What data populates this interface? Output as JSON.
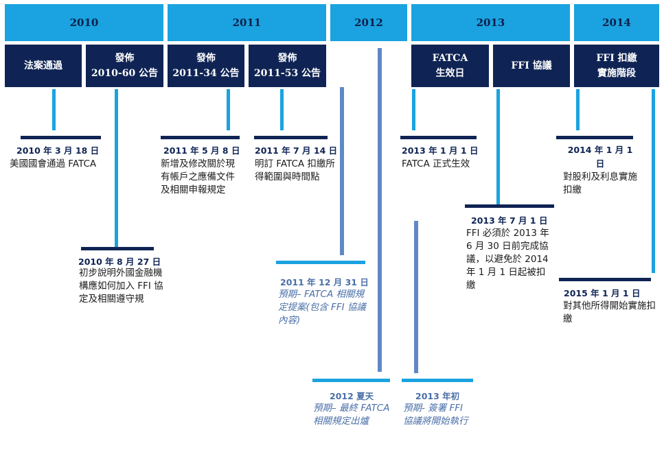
{
  "years": [
    "2010",
    "2011",
    "2012",
    "2013",
    "2014"
  ],
  "events": [
    {
      "line1": "法案通過",
      "line2": ""
    },
    {
      "line1": "發佈",
      "line2": "2010-60 公告"
    },
    {
      "line1": "發佈",
      "line2": "2011-34 公告"
    },
    {
      "line1": "發佈",
      "line2": "2011-53 公告"
    },
    {
      "line1": "FATCA",
      "line2": "生效日"
    },
    {
      "line1": "FFI 協議",
      "line2": ""
    },
    {
      "line1": "FFI 扣繳",
      "line2": "實施階段"
    }
  ],
  "milestones": [
    {
      "date": "2010 年 3 月 18 日",
      "text": "美國國會通過 FATCA"
    },
    {
      "date": "2010 年 8 月 27 日",
      "text": "初步說明外國金融機構應如何加入 FFI 協定及相關遵守規"
    },
    {
      "date": "2011 年 5 月 8 日",
      "text": "新增及修改關於現有帳戶之應備文件及相關申報規定"
    },
    {
      "date": "2011 年 7 月 14 日",
      "text": "明訂 FATCA 扣繳所得範圍與時間點"
    },
    {
      "date": "2011 年 12 月 31 日",
      "text": "預期– FATCA 相關規定提案(包含 FFI 協議內容)"
    },
    {
      "date": "2012 夏天",
      "text": "預期– 最終 FATCA 相關規定出爐"
    },
    {
      "date": "2013 年 1 月 1 日",
      "text": "FATCA 正式生效"
    },
    {
      "date": "2013 年初",
      "text": "預期- 簽署 FFI 協議將開始執行"
    },
    {
      "date": "2013 年 7 月 1 日",
      "text": "FFI 必須於 2013 年 6 月 30 日前完成協議，以避免於 2014 年 1 月 1 日起被扣繳"
    },
    {
      "date": "2014 年 1 月 1 日",
      "text": "對股利及利息實施扣繳"
    },
    {
      "date": "2015 年 1 月 1 日",
      "text": "對其他所得開始實施扣繳"
    }
  ],
  "colors": {
    "year_band": "#1aa3e0",
    "event_box": "#0f2454",
    "projected_text": "#4a6fa8"
  }
}
